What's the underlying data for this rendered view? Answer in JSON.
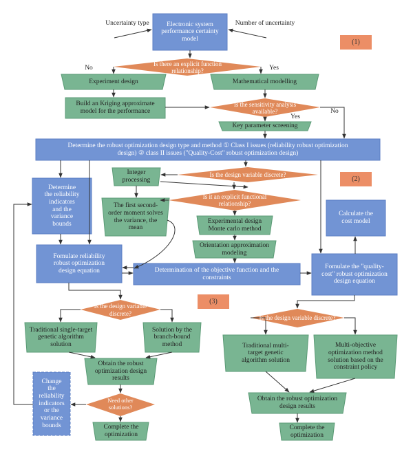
{
  "colors": {
    "blue": "#7294d4",
    "blue_edge": "#5b7ec3",
    "green": "#79b592",
    "green_edge": "#5a9a75",
    "orange": "#e08959",
    "tag": "#ec8e66",
    "line": "#333333"
  },
  "labels": {
    "uncertainty_type": "Uncertainty type",
    "number_of_uncertainty": "Number of uncertainty",
    "no_1": "No",
    "yes_1": "Yes",
    "yes_2": "Yes",
    "no_2": "No"
  },
  "stage_tags": {
    "s1": "(1)",
    "s2": "(2)",
    "s3": "(3)"
  },
  "nodes": {
    "model": "Electronic system\nperformance certainty\nmodel",
    "explicit_q": "Is there an explicit function\nrelationship?",
    "experiment_design": "Experiment design",
    "math_modelling": "Mathematical modelling",
    "kriging": "Build an Kriging approximate\nmodel for the performance",
    "sensitivity_q": "Is the sensitivity analysis\navailable?",
    "key_param": "Key parameter screening",
    "determine_type": "Determine the robust optimization design type and method ① Class I issues (reliability robust optimization\ndesign) ② class II issues (\"Quality-Cost\" robust optimization design)",
    "integer_proc": "Integer\nprocessing",
    "discrete_q1": "Is the design variable discrete?",
    "reliability_ind": "Determine\nthe reliability\nindicators\nand the\nvariance\nbounds",
    "first_second": "The first second-\norder moment solves\nthe variance, the\nmean",
    "explicit_q2": "Is it an explicit functional\nrelationship?",
    "exp_monte": "Experimental design\nMonte carlo method",
    "calc_cost": "Calculate the\ncost model",
    "orientation": "Orientation approximation\nmodeling",
    "formulate_rel": "Fomulate reliability\nrobust optimization\ndesign equation",
    "objective": "Determination of the objective function and the\nconstraints",
    "formulate_qc": "Fomulate the \"quality-\ncost\" robust optimization\ndesign equation",
    "discrete_q2": "Is the design variable\ndiscrete?",
    "discrete_q3": "Is the design variable discrete?",
    "trad_single": "Traditional single-target\ngenetic algorithm\nsolution",
    "branch_bound": "Solution by the\nbranch-bound\nmethod",
    "trad_multi": "Traditional multi-\ntarget genetic\nalgorithm solution",
    "multi_obj": "Multi-objective\noptimization method\nsolution based on the\nconstraint policy",
    "obtain_left": "Obtain the robust\noptimization design\nresults",
    "change_rel": "Change\nthe\nreliability\nindicators\nor the\nvariance\nbounds",
    "need_other_q": "Need other\nsolutions?",
    "obtain_right": "Obtain the robust optimization\ndesign results",
    "complete_left": "Complete the\noptimization",
    "complete_right": "Complete the\noptimization"
  }
}
